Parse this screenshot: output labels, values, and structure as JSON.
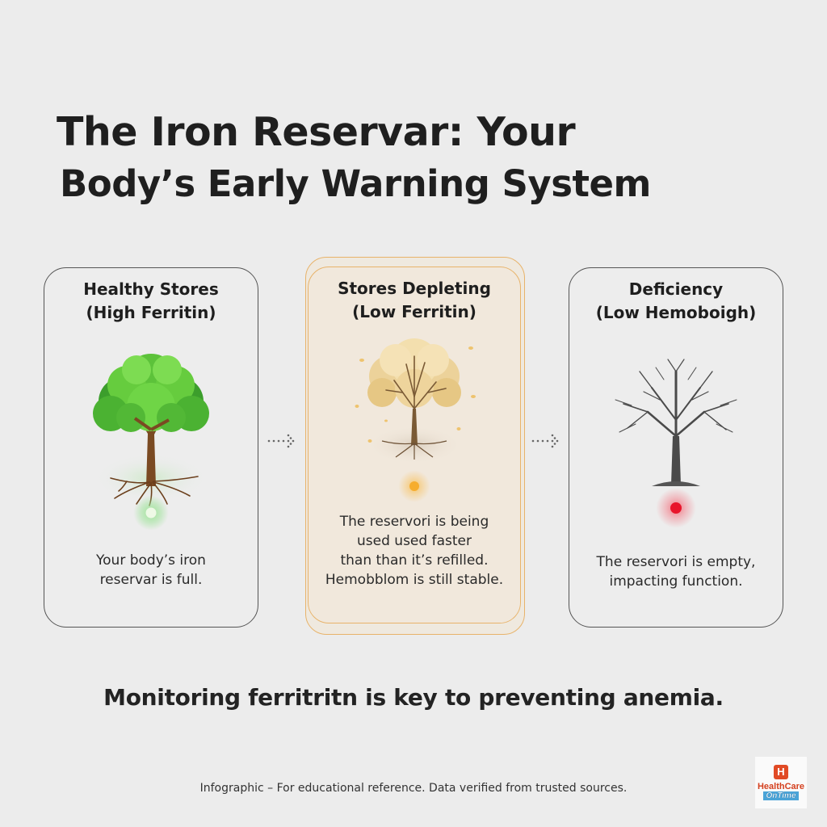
{
  "title": {
    "line1": "The Iron Reservar: Your",
    "line2": "Body’s Early Warning System"
  },
  "cards": [
    {
      "heading_line1": "Healthy Stores",
      "heading_line2": "(High Ferritin)",
      "illustration": "lush-green-tree-icon",
      "indicator_color": "#b9f2b0",
      "indicator_glow": "#7fe07a",
      "body_lines": [
        "Your body’s iron",
        "reservar is full."
      ]
    },
    {
      "heading_line1": "Stores Depleting",
      "heading_line2": "(Low Ferritin)",
      "illustration": "autumn-yellow-tree-icon",
      "indicator_color": "#f6ad2e",
      "indicator_glow": "#fbd28a",
      "body_lines": [
        "The reservori is being",
        "used used faster",
        "than than it’s refilled.",
        "Hemobblom is still stable."
      ]
    },
    {
      "heading_line1": "Deficiency",
      "heading_line2": "(Low Hemoboigh)",
      "illustration": "bare-gray-tree-icon",
      "indicator_color": "#e8152b",
      "indicator_glow": "#f58a95",
      "body_lines": [
        "The reservori is empty,",
        "impacting function."
      ]
    }
  ],
  "arrows": [
    "dotted-arrow-right-icon",
    "dotted-arrow-right-icon"
  ],
  "tagline": "Monitoring ferritritn is key to preventing anemia.",
  "footnote": "Infographic – For educational reference. Data verified from trusted sources.",
  "logo": {
    "badge_letter": "H",
    "line1": "HealthCare",
    "line2": "OnTime"
  },
  "colors": {
    "background": "#ececec",
    "highlight_border": "#e8b36a",
    "highlight_fill": "#f1e8dc",
    "card_border": "#555555"
  }
}
